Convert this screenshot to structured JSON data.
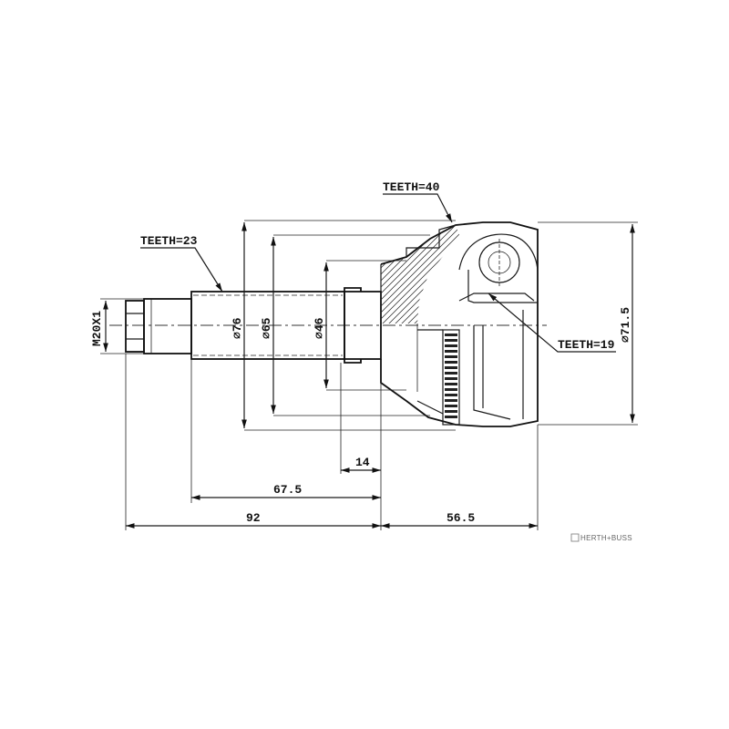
{
  "labels": {
    "teeth_outer": "TEETH=40",
    "teeth_spline": "TEETH=23",
    "teeth_inner": "TEETH=19",
    "thread": "M20X1",
    "dia_76": "⌀76",
    "dia_65": "⌀65",
    "dia_46": "⌀46",
    "dia_71_5": "⌀71.5",
    "len_14": "14",
    "len_67_5": "67.5",
    "len_92": "92",
    "len_56_5": "56.5"
  },
  "brand": {
    "name": "HERTH+BUSS"
  }
}
